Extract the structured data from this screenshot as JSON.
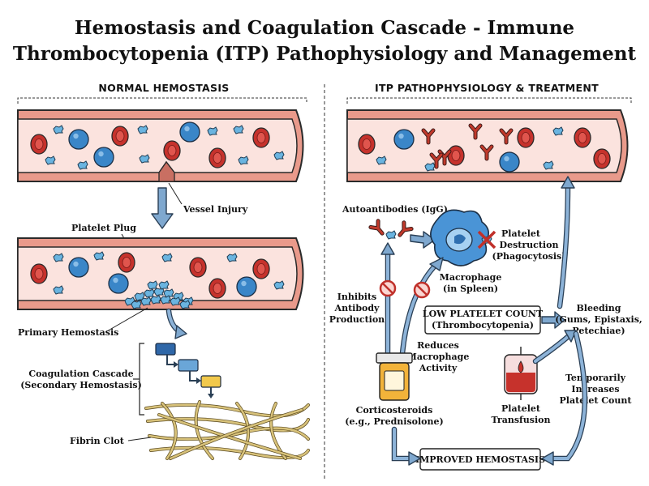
{
  "title": {
    "line1": "Hemostasis and Coagulation Cascade - Immune",
    "line2": "Thrombocytopenia (ITP) Pathophysiology and Management"
  },
  "sections": {
    "left": "NORMAL HEMOSTASIS",
    "right": "ITP PATHOPHYSIOLOGY & TREATMENT"
  },
  "left_labels": {
    "vessel_injury": "Vessel Injury",
    "platelet_plug": "Platelet Plug",
    "primary_hemostasis": "Primary Hemostasis",
    "coag_line1": "Coagulation Cascade",
    "coag_line2": "(Secondary Hemostasis)",
    "fibrin_clot": "Fibrin Clot"
  },
  "right_labels": {
    "autoantibodies": "Autoantibodies (IgG)",
    "destruction_line1": "Platelet",
    "destruction_line2": "Destruction",
    "destruction_line3": "(Phagocytosis)",
    "macrophage_line1": "Macrophage",
    "macrophage_line2": "(in Spleen)",
    "inhibits_line1": "Inhibits",
    "inhibits_line2": "Antibody",
    "inhibits_line3": "Production",
    "reduces_line1": "Reduces",
    "reduces_line2": "Macrophage",
    "reduces_line3": "Activity",
    "low_count_line1": "LOW PLATELET COUNT",
    "low_count_line2": "(Thrombocytopenia)",
    "bleeding_line1": "Bleeding",
    "bleeding_line2": "(Gums, Epistaxis,",
    "bleeding_line3": "Petechiae)",
    "temp_line1": "Temporarily",
    "temp_line2": "Increases",
    "temp_line3": "Platelet Count",
    "cortico_line1": "Corticosteroids",
    "cortico_line2": "(e.g., Prednisolone)",
    "transfusion_line1": "Platelet",
    "transfusion_line2": "Transfusion",
    "improved": "IMPROVED HEMOSTASIS"
  },
  "colors": {
    "vessel_wall": "#e99a8b",
    "red_cell": "#c6322c",
    "white_cell": "#3a86c8",
    "platelet": "#6ab4e0",
    "antibody": "#c0392b",
    "arrow": "#7fa8cf",
    "inhibit": "#c0302a",
    "fibrin": "#d8c27a",
    "cascade": [
      "#2f67a8",
      "#6aa6d8",
      "#f2c94c"
    ]
  },
  "icons": [
    "blood-vessel-icon",
    "red-blood-cell-icon",
    "white-blood-cell-icon",
    "platelet-icon",
    "antibody-icon",
    "macrophage-icon",
    "prohibition-icon",
    "pill-bottle-icon",
    "blood-bag-icon",
    "fibrin-mesh-icon"
  ]
}
